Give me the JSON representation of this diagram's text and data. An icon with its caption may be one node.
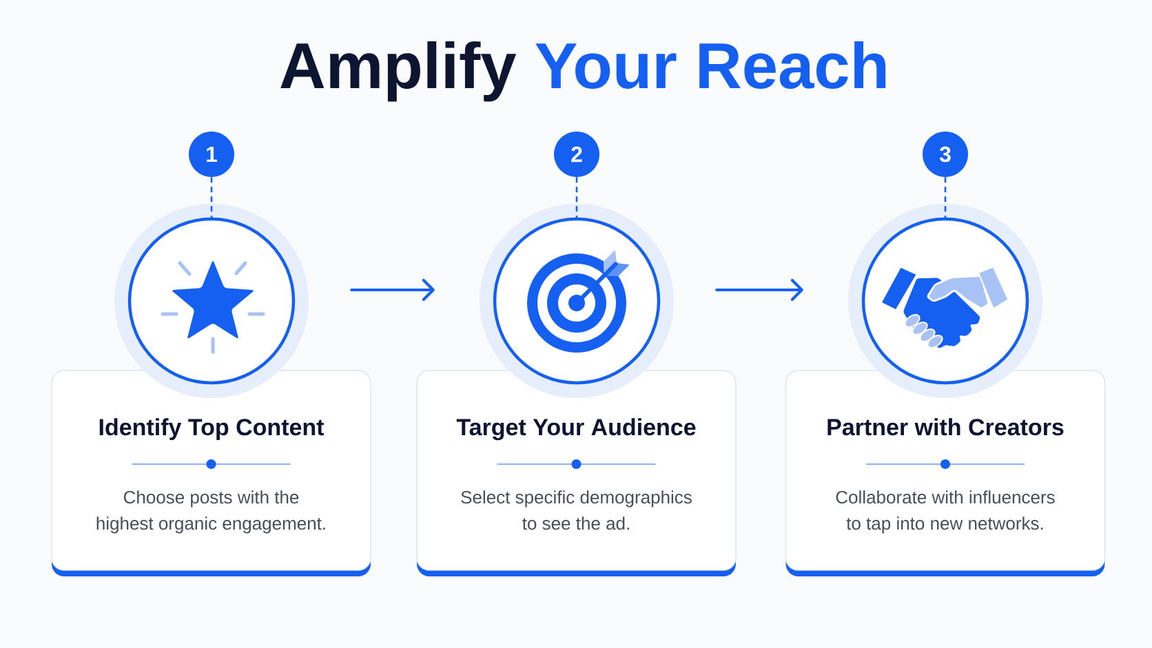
{
  "diagram": {
    "title": "Amplify Your Reach",
    "nodes": [
      {
        "text": [
          "1"
        ]
      },
      {
        "text": [],
        "shape": "picture"
      },
      {
        "text": [
          "Identify Top Content",
          "Choose posts with the highest organic engagement."
        ]
      },
      {
        "text": [
          "2"
        ]
      },
      {
        "text": [],
        "shape": "picture"
      },
      {
        "text": [
          "Target Your Audience",
          "Select specific demographics to see the ad."
        ]
      },
      {
        "text": [
          "3"
        ]
      },
      {
        "text": [],
        "shape": "picture"
      },
      {
        "text": [
          "Partner with Creators",
          "Collaborate with influencers to tap into new networks."
        ]
      }
    ],
    "edges": [
      {
        "from": 0,
        "to": 1,
        "arrow": "none",
        "style": "dashed"
      },
      {
        "from": 3,
        "to": 4,
        "arrow": "none",
        "style": "dashed"
      },
      {
        "from": 6,
        "to": 7,
        "arrow": "none",
        "style": "dashed"
      },
      {
        "from": 1,
        "to": 4,
        "arrow": "to"
      },
      {
        "from": 4,
        "to": 7,
        "arrow": "to"
      }
    ]
  }
}
